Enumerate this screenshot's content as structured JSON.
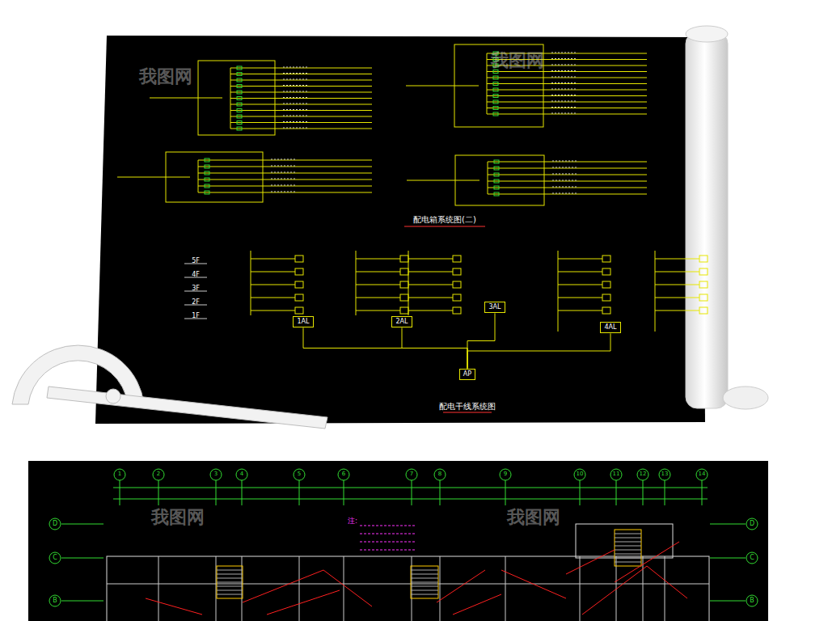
{
  "diagram": {
    "nodes": [
      {
        "text": [
          "1AL"
        ]
      },
      {
        "text": [
          "2AL"
        ]
      },
      {
        "text": [
          "3AL"
        ]
      },
      {
        "text": [
          "4AL"
        ]
      },
      {
        "text": [
          "AP"
        ]
      }
    ],
    "edges": [
      {
        "from": 4,
        "to": 0,
        "arrow": "none"
      },
      {
        "from": 4,
        "to": 1,
        "arrow": "none"
      },
      {
        "from": 4,
        "to": 2,
        "arrow": "none"
      },
      {
        "from": 4,
        "to": 3,
        "arrow": "none"
      }
    ],
    "labels": [
      "配电箱系统图(二)",
      "配电干线系统图",
      "5F",
      "4F",
      "3F",
      "2F",
      "1F",
      "1",
      "2",
      "3",
      "4",
      "5",
      "6",
      "7",
      "8",
      "9",
      "10",
      "11",
      "12",
      "13",
      "14",
      "D",
      "C",
      "B",
      "D",
      "C",
      "B",
      "注:",
      "我图网",
      "我图网",
      "我图网",
      "我图网"
    ]
  }
}
